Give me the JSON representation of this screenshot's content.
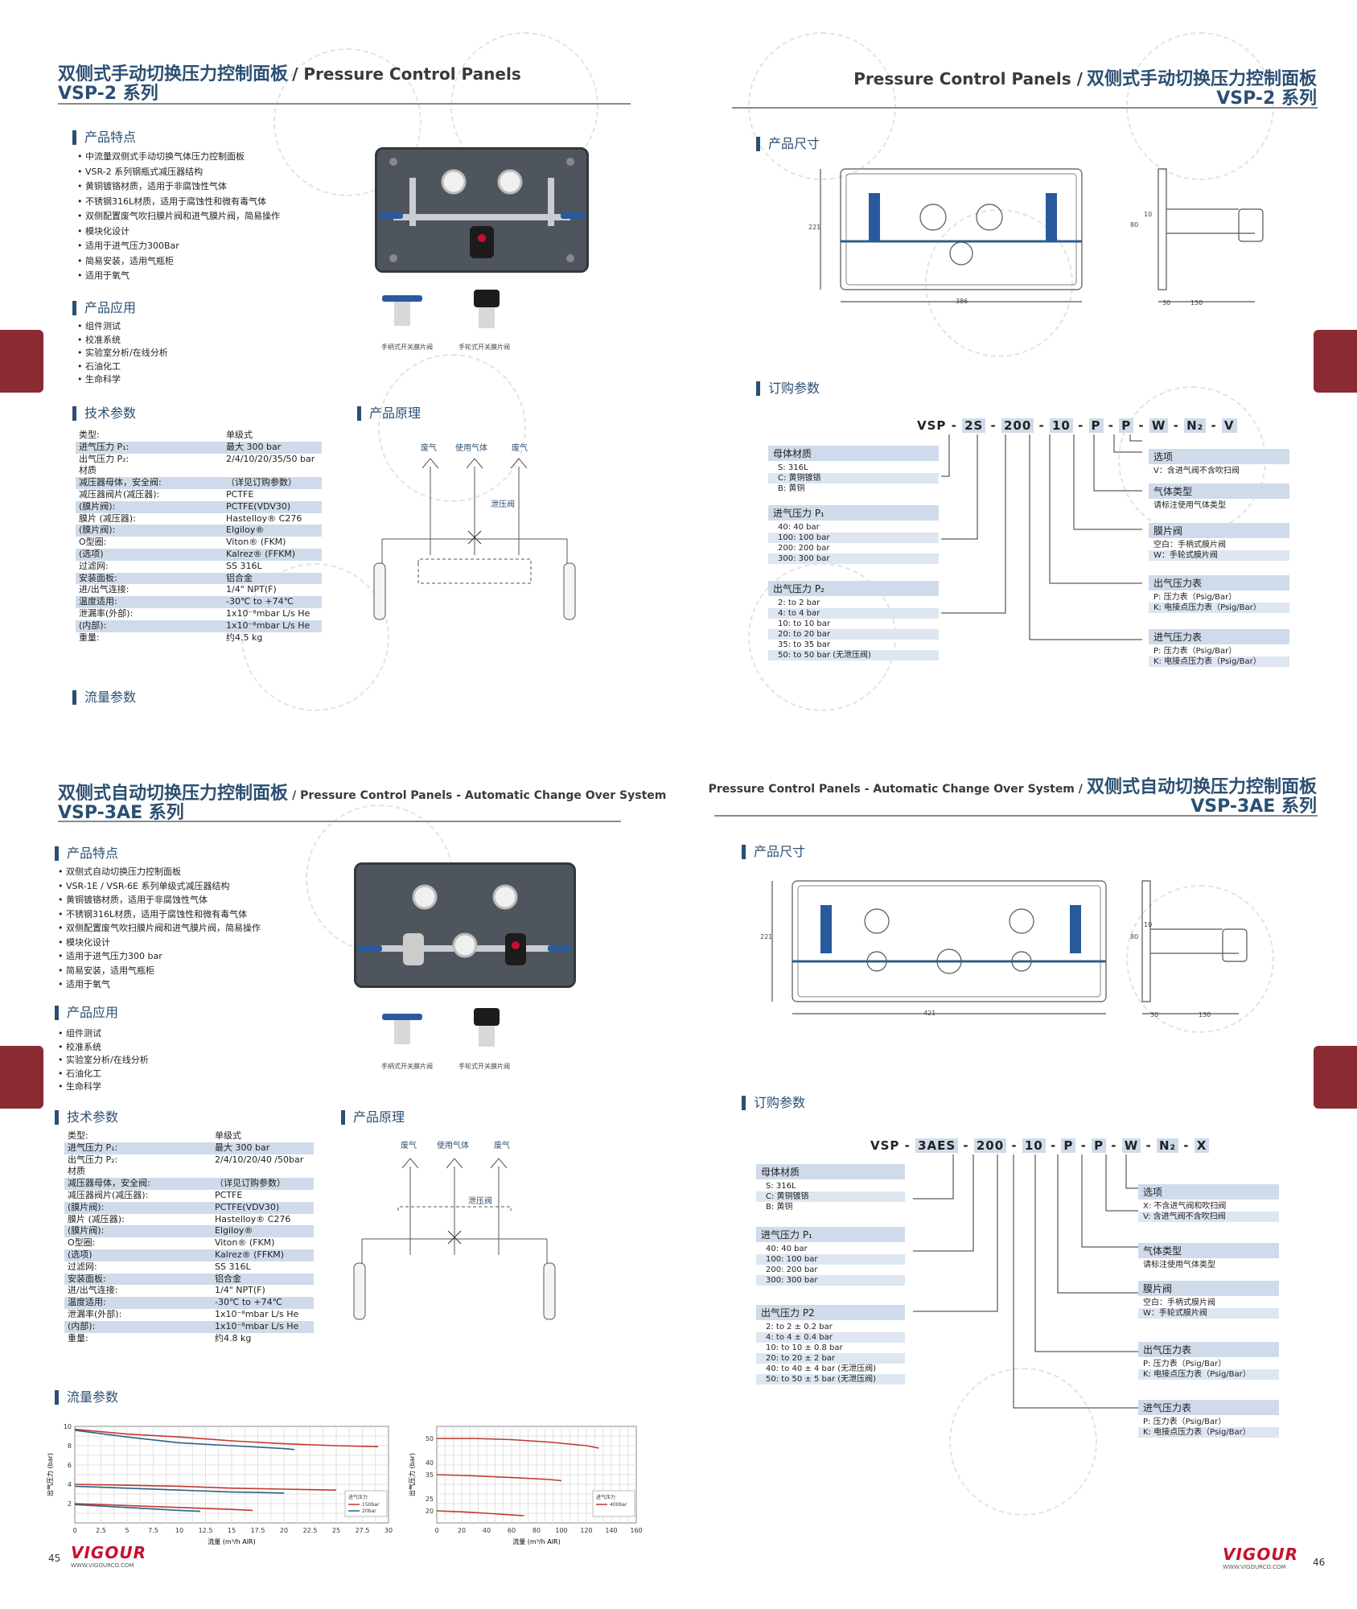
{
  "page_left_top": {
    "title_cn": "双侧式手动切换压力控制面板",
    "title_en": "/ Pressure Control Panels",
    "series": "VSP-2 系列",
    "features_head": "产品特点",
    "features": [
      "中流量双侧式手动切换气体压力控制面板",
      "VSR-2 系列钢瓶式减压器结构",
      "黄铜镀铬材质，适用于非腐蚀性气体",
      "不锈钢316L材质，适用于腐蚀性和微有毒气体",
      "双侧配置废气吹扫膜片阀和进气膜片阀，简易操作",
      "模块化设计",
      "适用于进气压力300Bar",
      "简易安装，适用气瓶柜",
      "适用于氧气"
    ],
    "apps_head": "产品应用",
    "apps": [
      "组件测试",
      "校准系统",
      "实验室分析/在线分析",
      "石油化工",
      "生命科学"
    ],
    "valve_caps": [
      "手柄式开关膜片阀",
      "手轮式开关膜片阀"
    ],
    "spec_head": "技术参数",
    "principle_head": "产品原理",
    "principle_labels": [
      "废气",
      "使用气体",
      "废气",
      "泄压阀"
    ],
    "specs": [
      [
        "类型:",
        "单级式",
        false
      ],
      [
        "进气压力 P₁:",
        "最大 300 bar",
        true
      ],
      [
        "出气压力 P₂:",
        "2/4/10/20/35/50 bar",
        false
      ],
      [
        "材质",
        "",
        false
      ],
      [
        "减压器母体，安全阀:",
        "（详见订购参数）",
        true
      ],
      [
        "减压器阀片(减压器):",
        "PCTFE",
        false
      ],
      [
        "(膜片阀):",
        "PCTFE(VDV30)",
        true
      ],
      [
        "膜片 (减压器):",
        "Hastelloy® C276",
        false
      ],
      [
        "(膜片阀):",
        "Elgiloy®",
        true
      ],
      [
        "O型圈:",
        "Viton® (FKM)",
        false
      ],
      [
        "(选项)",
        "Kalrez® (FFKM)",
        true
      ],
      [
        "过滤网:",
        "SS 316L",
        false
      ],
      [
        "安装面板:",
        "铝合金",
        true
      ],
      [
        "进/出气连接:",
        "1/4\" NPT(F)",
        false
      ],
      [
        "温度适用:",
        "-30℃ to +74℃",
        true
      ],
      [
        "泄漏率(外部):",
        "1x10⁻⁸mbar L/s He",
        false
      ],
      [
        "(内部):",
        "1x10⁻⁸mbar L/s He",
        true
      ],
      [
        "重量:",
        "约4.5 kg",
        false
      ]
    ],
    "flow_head": "流量参数"
  },
  "page_right_top": {
    "title_en": "Pressure Control Panels /",
    "title_cn": "双侧式手动切换压力控制面板",
    "series": "VSP-2 系列",
    "size_head": "产品尺寸",
    "dims": [
      "221",
      "386",
      "80",
      "10",
      "30",
      "150"
    ],
    "order_head": "订购参数",
    "code": [
      "VSP",
      "2S",
      "200",
      "10",
      "P",
      "P",
      "W",
      "N₂",
      "V"
    ],
    "left_groups": [
      {
        "head": "母体材质",
        "rows": [
          "S:  316L",
          "C:  黄铜镀铬",
          "B:  黄铜"
        ]
      },
      {
        "head": "进气压力 P₁",
        "rows": [
          "40:  40 bar",
          "100:  100 bar",
          "200:  200 bar",
          "300:  300 bar"
        ]
      },
      {
        "head": "出气压力 P₂",
        "rows": [
          "2:  to 2 bar",
          "4:  to 4 bar",
          "10:  to 10 bar",
          "20:  to 20 bar",
          "35:  to 35 bar",
          "50:  to 50 bar (无泄压阀)"
        ]
      }
    ],
    "right_groups": [
      {
        "head": "选项",
        "rows": [
          "V：含进气阀不含吹扫阀"
        ]
      },
      {
        "head": "气体类型",
        "rows": [
          "请标注使用气体类型"
        ]
      },
      {
        "head": "膜片阀",
        "rows": [
          "空白：手柄式膜片阀",
          "W：手轮式膜片阀"
        ]
      },
      {
        "head": "出气压力表",
        "rows": [
          "P:  压力表（Psig/Bar）",
          "K:  电接点压力表（Psig/Bar）"
        ]
      },
      {
        "head": "进气压力表",
        "rows": [
          "P:  压力表（Psig/Bar）",
          "K:  电接点压力表（Psig/Bar）"
        ]
      }
    ]
  },
  "page_left_bottom": {
    "title_cn": "双侧式自动切换压力控制面板",
    "title_en": "/ Pressure Control Panels - Automatic Change Over System",
    "series": "VSP-3AE 系列",
    "features_head": "产品特点",
    "features": [
      "双侧式自动切换压力控制面板",
      "VSR-1E / VSR-6E 系列单级式减压器结构",
      "黄铜镀铬材质，适用于非腐蚀性气体",
      "不锈钢316L材质，适用于腐蚀性和微有毒气体",
      "双侧配置废气吹扫膜片阀和进气膜片阀，简易操作",
      "模块化设计",
      "适用于进气压力300 bar",
      "简易安装，适用气瓶柜",
      "适用于氧气"
    ],
    "apps_head": "产品应用",
    "apps": [
      "组件测试",
      "校准系统",
      "实验室分析/在线分析",
      "石油化工",
      "生命科学"
    ],
    "valve_caps": [
      "手柄式开关膜片阀",
      "手轮式开关膜片阀"
    ],
    "spec_head": "技术参数",
    "principle_head": "产品原理",
    "principle_labels": [
      "废气",
      "使用气体",
      "废气",
      "泄压阀"
    ],
    "specs": [
      [
        "类型:",
        "单级式",
        false
      ],
      [
        "进气压力 P₁:",
        "最大 300 bar",
        true
      ],
      [
        "出气压力 P₂:",
        "2/4/10/20/40 /50bar",
        false
      ],
      [
        "材质",
        "",
        false
      ],
      [
        "减压器母体，安全阀:",
        "（详见订购参数）",
        true
      ],
      [
        "减压器阀片(减压器):",
        "PCTFE",
        false
      ],
      [
        "(膜片阀):",
        "PCTFE(VDV30)",
        true
      ],
      [
        "膜片 (减压器):",
        "Hastelloy® C276",
        false
      ],
      [
        "(膜片阀):",
        "Elgiloy®",
        true
      ],
      [
        "O型圈:",
        "Viton® (FKM)",
        false
      ],
      [
        "(选项)",
        "Kalrez® (FFKM)",
        true
      ],
      [
        "过滤网:",
        "SS 316L",
        false
      ],
      [
        "安装面板:",
        "铝合金",
        true
      ],
      [
        "进/出气连接:",
        "1/4\" NPT(F)",
        false
      ],
      [
        "温度适用:",
        "-30℃ to +74℃",
        true
      ],
      [
        "泄漏率(外部):",
        "1x10⁻⁸mbar L/s He",
        false
      ],
      [
        "(内部):",
        "1x10⁻⁸mbar L/s He",
        true
      ],
      [
        "重量:",
        "约4.8 kg",
        false
      ]
    ],
    "flow_head": "流量参数",
    "page_number": "45",
    "logo": "VIGOUR",
    "logo_url": "WWW.VIGOURCO.COM"
  },
  "page_right_bottom": {
    "title_en": "Pressure Control Panels - Automatic Change Over System /",
    "title_cn": "双侧式自动切换压力控制面板",
    "series": "VSP-3AE 系列",
    "size_head": "产品尺寸",
    "dims": [
      "221",
      "421",
      "80",
      "10",
      "30",
      "130"
    ],
    "order_head": "订购参数",
    "code": [
      "VSP",
      "3AES",
      "200",
      "10",
      "P",
      "P",
      "W",
      "N₂",
      "X"
    ],
    "left_groups": [
      {
        "head": "母体材质",
        "rows": [
          "S:  316L",
          "C:  黄铜镀铬",
          "B:  黄铜"
        ]
      },
      {
        "head": "进气压力 P₁",
        "rows": [
          "40:  40 bar",
          "100:  100 bar",
          "200:  200 bar",
          "300:  300 bar"
        ]
      },
      {
        "head": "出气压力 P2",
        "rows": [
          "2:  to 2 ± 0.2 bar",
          "4:  to 4 ± 0.4 bar",
          "10:  to 10 ± 0.8 bar",
          "20:  to 20 ± 2 bar",
          "40:  to 40 ± 4 bar (无泄压阀)",
          "50:  to 50 ± 5 bar (无泄压阀)"
        ]
      }
    ],
    "right_groups": [
      {
        "head": "选项",
        "rows": [
          "X: 不含进气阀和吹扫阀",
          "V: 含进气阀不含吹扫阀"
        ]
      },
      {
        "head": "气体类型",
        "rows": [
          "请标注使用气体类型"
        ]
      },
      {
        "head": "膜片阀",
        "rows": [
          "空白：手柄式膜片阀",
          "W：手轮式膜片阀"
        ]
      },
      {
        "head": "出气压力表",
        "rows": [
          "P:  压力表（Psig/Bar）",
          "K:  电接点压力表（Psig/Bar）"
        ]
      },
      {
        "head": "进气压力表",
        "rows": [
          "P:  压力表（Psig/Bar）",
          "K:  电接点压力表（Psig/Bar）"
        ]
      }
    ],
    "page_number": "46",
    "logo": "VIGOUR",
    "logo_url": "WWW.VIGOURCO.COM"
  },
  "chart_data": [
    {
      "type": "line",
      "xlabel": "流量 (m³/h AIR)",
      "ylabel": "出气压力 (bar)",
      "x_ticks": [
        "0",
        "2.5",
        "5",
        "7.5",
        "10",
        "12.5",
        "15",
        "17.5",
        "20",
        "22.5",
        "25",
        "27.5",
        "30"
      ],
      "y_ticks": [
        "2",
        "4",
        "6",
        "8",
        "10"
      ],
      "xlim": [
        0,
        30
      ],
      "ylim": [
        0,
        10
      ],
      "legend_title": "进气压力",
      "legend": [
        "150bar",
        "20bar"
      ],
      "series": [
        {
          "name": "150bar",
          "color": "#c0392b",
          "x": [
            0,
            5,
            10,
            15,
            20,
            25,
            29
          ],
          "y": [
            9.7,
            9.2,
            8.9,
            8.5,
            8.2,
            8.0,
            7.9
          ]
        },
        {
          "name": "20bar",
          "color": "#2c5f8a",
          "x": [
            0,
            5,
            10,
            15,
            20,
            21
          ],
          "y": [
            9.6,
            8.9,
            8.3,
            8.0,
            7.7,
            7.6
          ]
        },
        {
          "name": "150bar",
          "color": "#c0392b",
          "x": [
            0,
            5,
            10,
            15,
            20,
            25
          ],
          "y": [
            4.0,
            3.9,
            3.8,
            3.6,
            3.5,
            3.4
          ]
        },
        {
          "name": "20bar",
          "color": "#2c5f8a",
          "x": [
            0,
            5,
            10,
            15,
            20
          ],
          "y": [
            3.8,
            3.6,
            3.4,
            3.2,
            3.1
          ]
        },
        {
          "name": "150bar",
          "color": "#c0392b",
          "x": [
            0,
            5,
            10,
            15,
            17
          ],
          "y": [
            2.0,
            1.8,
            1.6,
            1.4,
            1.3
          ]
        },
        {
          "name": "20bar",
          "color": "#2c5f8a",
          "x": [
            0,
            5,
            10,
            12
          ],
          "y": [
            1.9,
            1.6,
            1.3,
            1.2
          ]
        }
      ]
    },
    {
      "type": "line",
      "xlabel": "流量 (m³/h AIR)",
      "ylabel": "出气压力 (bar)",
      "x_ticks": [
        "0",
        "20",
        "40",
        "60",
        "80",
        "100",
        "120",
        "140",
        "160"
      ],
      "y_ticks": [
        "20",
        "25",
        "35",
        "40",
        "50"
      ],
      "y_tick_values": [
        20,
        25,
        35,
        40,
        50
      ],
      "xlim": [
        0,
        160
      ],
      "ylim": [
        15,
        55
      ],
      "legend_title": "进气压力",
      "legend": [
        "400bar"
      ],
      "series": [
        {
          "name": "400bar",
          "color": "#c0392b",
          "x": [
            0,
            30,
            60,
            90,
            120,
            130
          ],
          "y": [
            50,
            50,
            49.5,
            48.5,
            47,
            46
          ]
        },
        {
          "name": "400bar",
          "color": "#c0392b",
          "x": [
            0,
            30,
            60,
            90,
            100
          ],
          "y": [
            35,
            34.5,
            33.8,
            33,
            32.5
          ]
        },
        {
          "name": "400bar",
          "color": "#c0392b",
          "x": [
            0,
            20,
            40,
            60,
            70
          ],
          "y": [
            20,
            19.6,
            19,
            18.3,
            18
          ]
        }
      ]
    }
  ]
}
